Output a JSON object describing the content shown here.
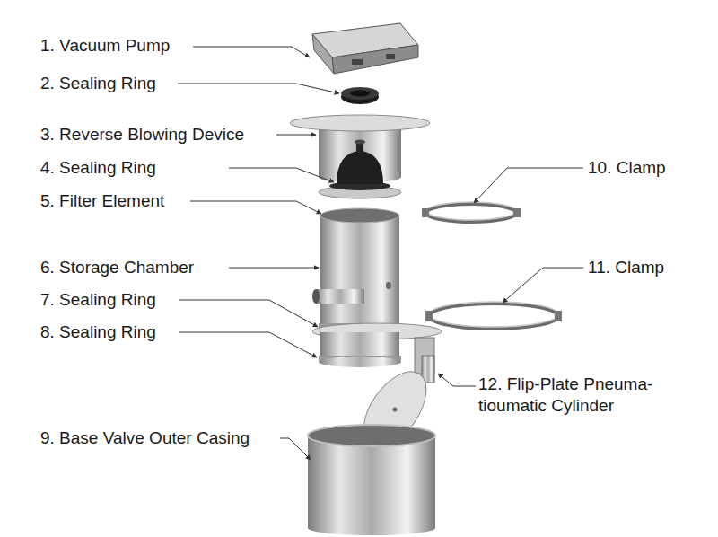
{
  "diagram": {
    "labels": [
      "1. Vacuum Pump",
      "2. Sealing Ring",
      "3. Reverse Blowing Device",
      "4. Sealing Ring",
      "5. Filter Element",
      "6. Storage Chamber",
      "7. Sealing Ring",
      "8. Sealing Ring",
      "9. Base Valve Outer Casing",
      "10. Clamp",
      "11. Clamp",
      "12. Flip-Plate Pneuma- tioumatic Cylinder"
    ]
  }
}
